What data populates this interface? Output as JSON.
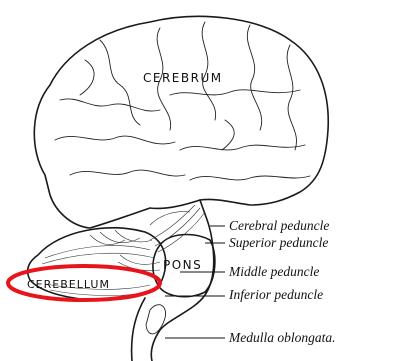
{
  "labels": {
    "cerebrum": "CEREBRUM",
    "pons": "PONS",
    "cerebellum": "CEREBELLUM",
    "cerebral_peduncle": "Cerebral peduncle",
    "superior_peduncle": "Superior peduncle",
    "middle_peduncle": "Middle peduncle",
    "inferior_peduncle": "Inferior peduncle",
    "medulla_oblongata": "Medulla oblongata."
  },
  "colors": {
    "ink": "#1a1a1a",
    "highlight": "#e8141b",
    "background": "#ffffff"
  }
}
